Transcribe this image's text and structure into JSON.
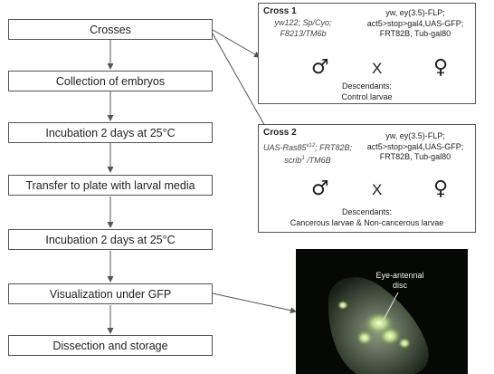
{
  "steps": [
    "Crosses",
    "Collection of embryos",
    "Incubation 2 days at 25°C",
    "Transfer to plate with larval media",
    "Incubation 2 days at 25°C",
    "Visualization under GFP",
    "Dissection and  storage"
  ],
  "cross1": {
    "title": "Cross 1",
    "male_genotype": [
      "yw122; Sp/Cyo;",
      "F8213/TM6b"
    ],
    "female_genotype": [
      "yw, ey(3.5)-FLP;",
      "act5>stop>gal4,UAS-GFP;",
      "FRT82B, Tub-gal80"
    ],
    "male_symbol": "♂",
    "cross_symbol": "X",
    "female_symbol": "♀",
    "descendants": [
      "Descendants:",
      "Control larvae"
    ]
  },
  "cross2": {
    "title": "Cross 2",
    "male_genotype_line1_main": "UAS-Ras85",
    "male_genotype_line1_sup": "v12",
    "male_genotype_line1_rest": "; FRT82B;",
    "male_genotype_line2_main": "scrib",
    "male_genotype_line2_sup": "1",
    "male_genotype_line2_rest": " /TM6B",
    "female_genotype": [
      "yw, ey(3.5)-FLP;",
      "act5>stop>gal4,UAS-GFP;",
      "FRT82B, Tub-gal80"
    ],
    "male_symbol": "♂",
    "cross_symbol": "X",
    "female_symbol": "♀",
    "descendants": [
      "Descendants:",
      "Cancerous larvae  & Non-cancerous larvae"
    ]
  },
  "photo": {
    "label": [
      "Eye-antennal",
      "disc"
    ]
  }
}
